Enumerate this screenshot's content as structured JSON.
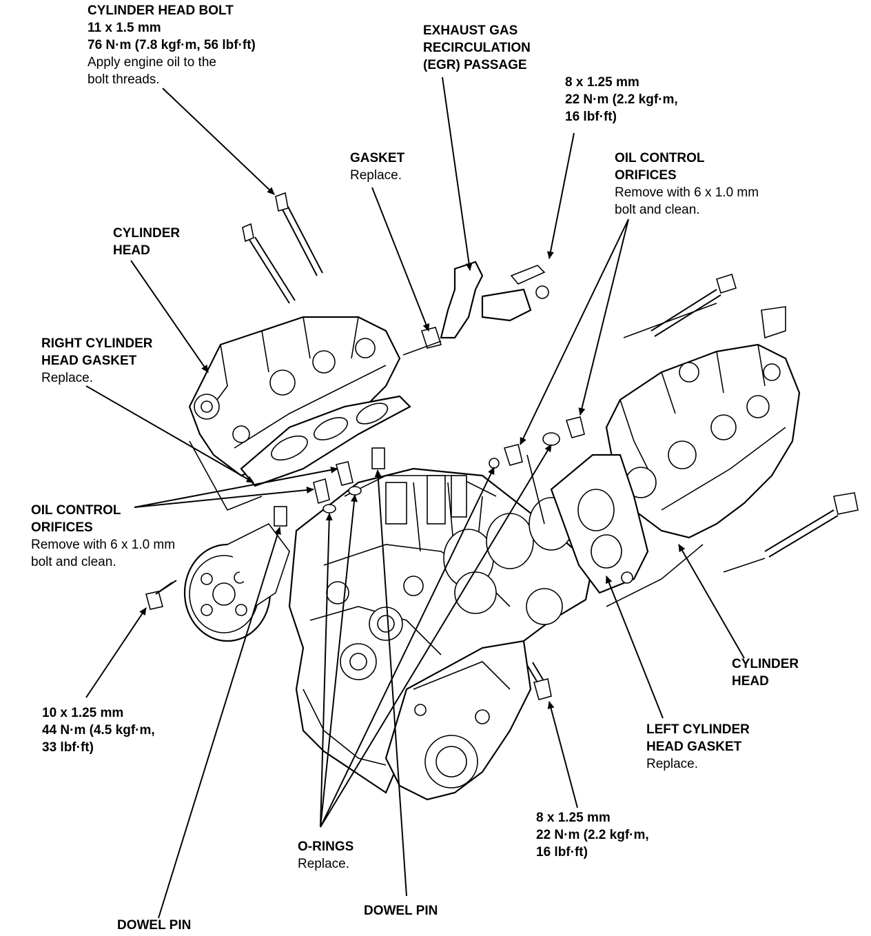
{
  "labels": {
    "cylinder_head_bolt": {
      "l1": "CYLINDER HEAD BOLT",
      "l2": "11 x 1.5 mm",
      "l3": "76 N·m (7.8 kgf·m, 56 lbf·ft)",
      "l4": "Apply engine oil to the",
      "l5": "bolt threads."
    },
    "egr_passage": {
      "l1": "EXHAUST GAS",
      "l2": "RECIRCULATION",
      "l3": "(EGR) PASSAGE"
    },
    "bolt_8_top": {
      "l1": "8 x 1.25 mm",
      "l2": "22 N·m (2.2 kgf·m,",
      "l3": "16 lbf·ft)"
    },
    "gasket": {
      "l1": "GASKET",
      "l2": "Replace."
    },
    "oil_control_right": {
      "l1": "OIL CONTROL",
      "l2": "ORIFICES",
      "l3": "Remove with 6 x 1.0 mm",
      "l4": "bolt and clean."
    },
    "cylinder_head_left": {
      "l1": "CYLINDER",
      "l2": "HEAD"
    },
    "right_head_gasket": {
      "l1": "RIGHT CYLINDER",
      "l2": "HEAD GASKET",
      "l3": "Replace."
    },
    "oil_control_left": {
      "l1": "OIL CONTROL",
      "l2": "ORIFICES",
      "l3": "Remove with 6 x 1.0 mm",
      "l4": "bolt and clean."
    },
    "bolt_10": {
      "l1": "10 x 1.25 mm",
      "l2": "44 N·m (4.5 kgf·m,",
      "l3": "33 lbf·ft)"
    },
    "cylinder_head_right": {
      "l1": "CYLINDER",
      "l2": "HEAD"
    },
    "left_head_gasket": {
      "l1": "LEFT CYLINDER",
      "l2": "HEAD GASKET",
      "l3": "Replace."
    },
    "bolt_8_bottom": {
      "l1": "8 x 1.25 mm",
      "l2": "22 N·m (2.2 kgf·m,",
      "l3": "16 lbf·ft)"
    },
    "o_rings": {
      "l1": "O-RINGS",
      "l2": "Replace."
    },
    "dowel_pin_center": {
      "l1": "DOWEL PIN"
    },
    "dowel_pin_left": {
      "l1": "DOWEL PIN"
    }
  }
}
